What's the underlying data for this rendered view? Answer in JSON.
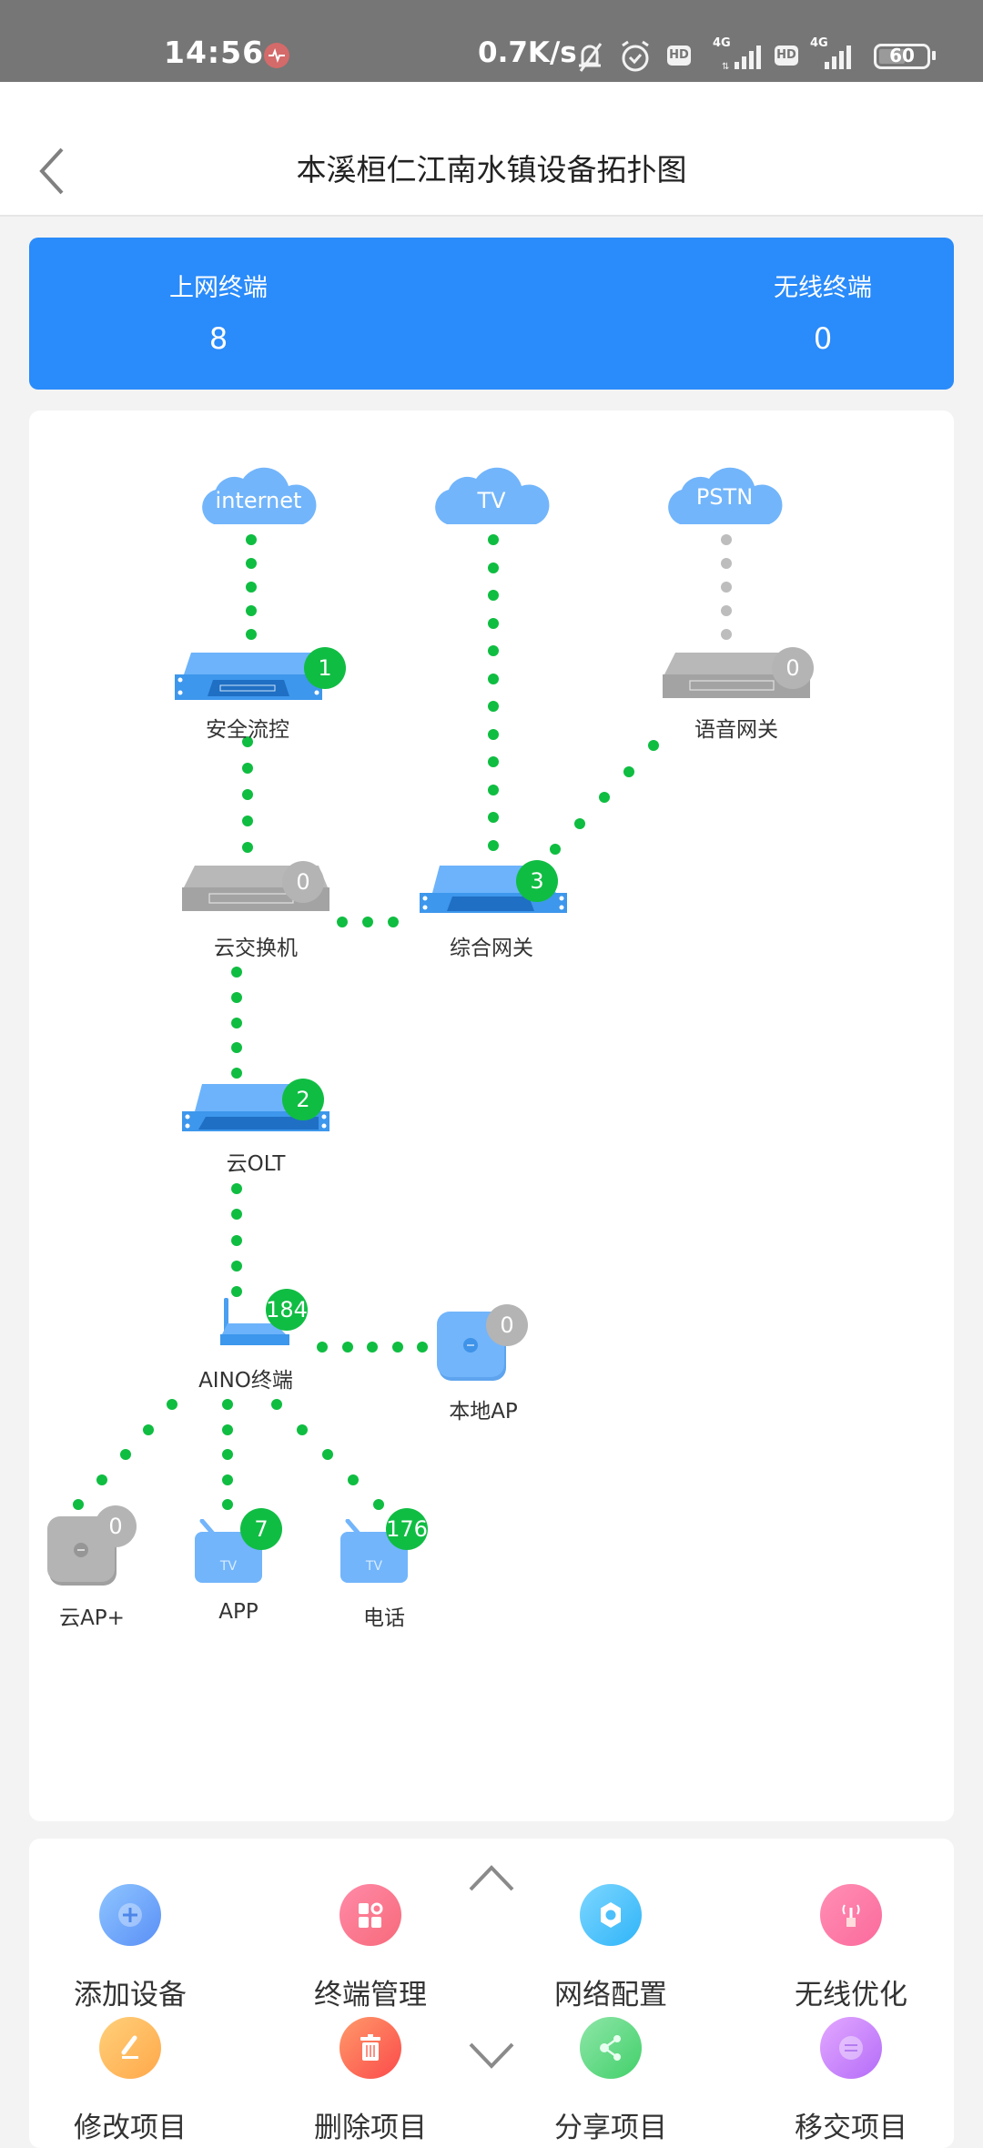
{
  "status_bar": {
    "time": "14:56",
    "net_speed": "0.7K/s",
    "network_1": "4G",
    "network_2": "4G",
    "hd_label": "HD",
    "battery": "60"
  },
  "header": {
    "title": "本溪桓仁江南水镇设备拓扑图"
  },
  "stats": [
    {
      "label": "上网终端",
      "value": "8"
    },
    {
      "label": "无线终端",
      "value": "0"
    }
  ],
  "topology": {
    "clouds": [
      {
        "name": "internet",
        "label": "internet"
      },
      {
        "name": "tv",
        "label": "TV"
      },
      {
        "name": "pstn",
        "label": "PSTN"
      }
    ],
    "nodes": [
      {
        "label": "安全流控",
        "badge": "1",
        "status": "online"
      },
      {
        "label": "语音网关",
        "badge": "0",
        "status": "offline"
      },
      {
        "label": "云交换机",
        "badge": "0",
        "status": "offline"
      },
      {
        "label": "综合网关",
        "badge": "3",
        "status": "online"
      },
      {
        "label": "云OLT",
        "badge": "2",
        "status": "online"
      },
      {
        "label": "AINO终端",
        "badge": "184",
        "status": "online"
      },
      {
        "label": "本地AP",
        "badge": "0",
        "status": "offline"
      },
      {
        "label": "云AP+",
        "badge": "0",
        "status": "offline"
      },
      {
        "label": "APP",
        "badge": "7",
        "status": "online"
      },
      {
        "label": "电话",
        "badge": "176",
        "status": "online"
      }
    ],
    "tv_icon_text": "TV",
    "colors": {
      "online": "#10bd43",
      "offline": "#b4b4b4",
      "device_blue": "#6cb3fb",
      "link": "#0fbd41"
    }
  },
  "actions": [
    {
      "label": "添加设备",
      "icon": "plus-icon"
    },
    {
      "label": "终端管理",
      "icon": "grid-gear-icon"
    },
    {
      "label": "网络配置",
      "icon": "gear-icon"
    },
    {
      "label": "无线优化",
      "icon": "antenna-icon"
    },
    {
      "label": "修改项目",
      "icon": "pencil-icon"
    },
    {
      "label": "删除项目",
      "icon": "trash-icon"
    },
    {
      "label": "分享项目",
      "icon": "share-icon"
    },
    {
      "label": "移交项目",
      "icon": "transfer-icon"
    }
  ]
}
